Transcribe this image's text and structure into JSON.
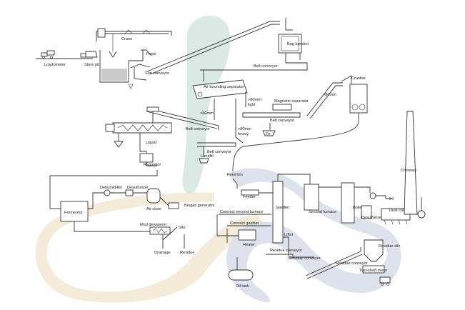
{
  "labels": {
    "crane": "Crane",
    "feed": "Feed",
    "loadometer": "Loadometer",
    "store_pit": "Store pit",
    "slat_conveyor": "Slat conveyor",
    "bag_breaker": "Bag breaker",
    "belt_conveyor_top": "Belt conveyor",
    "air_separator": "Air bounding separator",
    "size_gt80_right": ">80mm",
    "light": "light",
    "size_lt80": "<80mm",
    "magnetic_separator": "Magnetic separator",
    "crusher": "Crusher",
    "belt_conveyor_mid": "Belt conveyor",
    "fe": "Fe",
    "belt_conveyor_left": "Belt conveyor",
    "size_gt80_heavy": ">80mm",
    "heavy": "heavy",
    "belt_conveyor_low": "Belt conveyor",
    "landfill": "Landfill",
    "liquid": "Liquid",
    "regulator": "Regulator",
    "feed_bin": "Feed bin",
    "feeder": "Feeder",
    "chimney": "Chimney",
    "dehumidifier": "Dehumidifier",
    "desulfurizer": "Desulfurizer",
    "fermentor": "Fermentor",
    "biogas_generator": "Biogas generator",
    "air_store": "Air store",
    "connect_second_furnace": "Connect second furnace",
    "gasifier": "Gasifier",
    "second_furnace": "Second furnace",
    "boiler": "Boiler",
    "desulfurizer_right": "Desulfurizer",
    "dust_collector": "Dust collector",
    "connect_gasifier": "Connect gasifier",
    "heater": "Heater",
    "lifter": "Lifter",
    "mud_dewaterer": "Mud dewaterer",
    "silo": "Silo",
    "drainage": "Drainage",
    "residue": "Residue",
    "residue_conveyor": "Residue conveyor",
    "residue_conveyor_2": "Residue conveyor",
    "residue_conveyor_3": "Residue conveyor",
    "residue_silo": "Residue silo",
    "two_shaft_mixer": "Two-shaft mixer",
    "oil_tank": "Oil tank"
  },
  "colors": {
    "watermark_teal": "#cfe2dc",
    "watermark_beige": "#f3e6cf",
    "watermark_blue": "#d8dde9",
    "line": "#333333"
  }
}
